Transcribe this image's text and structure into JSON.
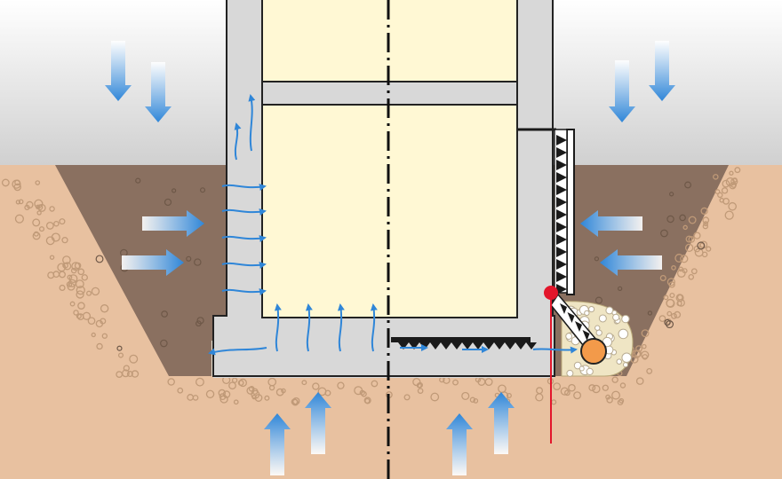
{
  "diagram": {
    "kind": "basement waterproofing cross-section",
    "colors": {
      "sky_top": "#ffffff",
      "sky_bottom": "#cfcfcf",
      "native_soil": "#e8c1a0",
      "backfill": "#8a7060",
      "gravel_bed": "#eae3d4",
      "drain_gravel": "#efe5c4",
      "wall_concrete": "#d8d8d8",
      "interior": "#fff8d4",
      "arrow_blue": "#2f86d8",
      "membrane": "#1a1a1a",
      "drain_pipe": "#f39a4a",
      "marker_red": "#e3162b"
    },
    "icons": [
      "water-pressure-arrow",
      "capillary-moisture-arrow",
      "dimpled-membrane",
      "drain-pipe",
      "red-marker-point",
      "centerline"
    ],
    "labels": []
  }
}
